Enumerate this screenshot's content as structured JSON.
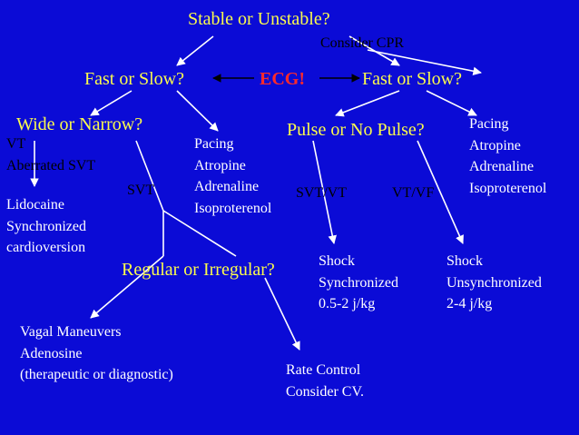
{
  "nodes": {
    "root": "Stable or Unstable?",
    "consider_cpr": "Consider CPR",
    "fast_slow_left": "Fast or Slow?",
    "ecg": "ECG!",
    "fast_slow_right": "Fast or Slow?",
    "wide_narrow": "Wide or Narrow?",
    "pulse_no_pulse": "Pulse or No Pulse?",
    "vt_block": "VT\nAberrated SVT",
    "svt": "SVT",
    "slow_left_meds": "Pacing\nAtropine\nAdrenaline\nIsoproterenol",
    "slow_right_meds": "Pacing\nAtropine\nAdrenaline\nIsoproterenol",
    "svt_vt": "SVT/VT",
    "vt_vf": "VT/VF",
    "lidocaine_block": "Lidocaine\nSynchronized\ncardioversion",
    "regular_irregular": "Regular or Irregular?",
    "shock_sync": "Shock\nSynchronized\n0.5-2 j/kg",
    "shock_unsync": "Shock\nUnsynchronized\n2-4 j/kg",
    "vagal_block": "Vagal Maneuvers\nAdenosine\n(therapeutic or diagnostic)",
    "rate_control": "Rate Control\nConsider CV."
  },
  "colors": {
    "background": "#0b0bd6",
    "heading": "#fbfb4c",
    "body": "#ffffff",
    "emphasis": "#ff2a2a",
    "label": "#000000"
  }
}
